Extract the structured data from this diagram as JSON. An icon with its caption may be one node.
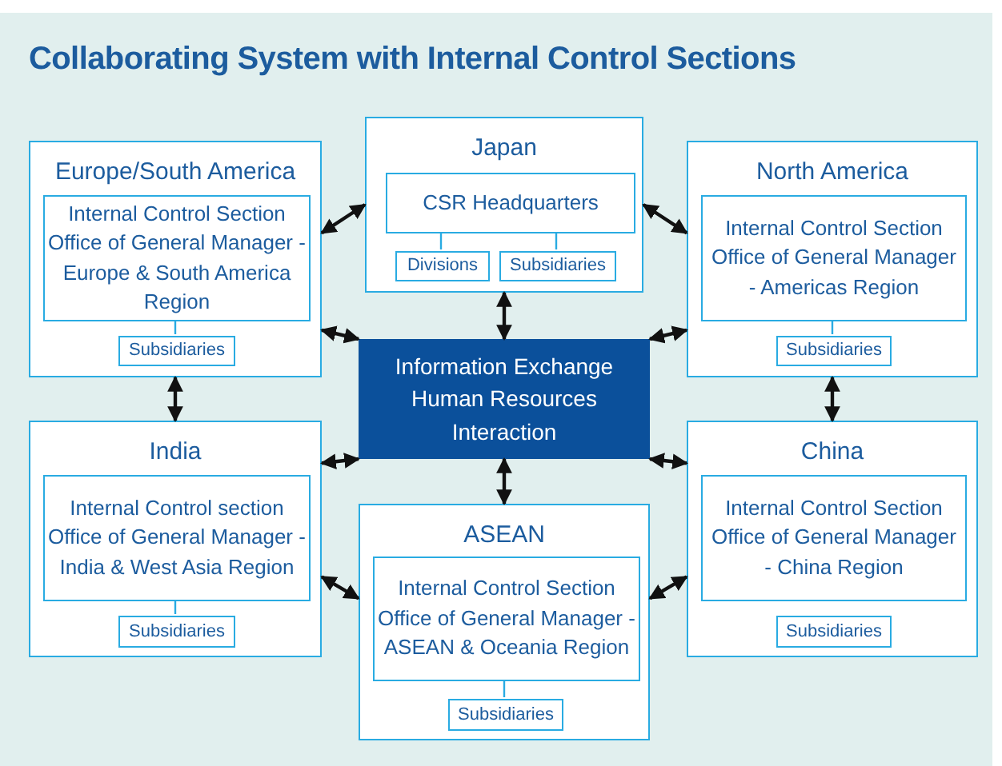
{
  "diagram": {
    "title": "Collaborating System with Internal Control Sections",
    "nodes": [
      {
        "text": [
          "Japan"
        ]
      },
      {
        "text": [
          "CSR Headquarters"
        ],
        "in": 0
      },
      {
        "text": [
          "Divisions"
        ],
        "in": 0
      },
      {
        "text": [
          "Subsidiaries"
        ],
        "in": 0
      },
      {
        "text": [
          "Europe/South America"
        ]
      },
      {
        "text": [
          "Internal Control Section Office of General Manager - Europe & South America Region"
        ],
        "in": 4
      },
      {
        "text": [
          "Subsidiaries"
        ],
        "in": 4
      },
      {
        "text": [
          "North America"
        ]
      },
      {
        "text": [
          "Internal Control Section Office of General Manager - Americas Region"
        ],
        "in": 7
      },
      {
        "text": [
          "Subsidiaries"
        ],
        "in": 7
      },
      {
        "text": [
          "Information Exchange Human Resources Interaction"
        ]
      },
      {
        "text": [
          "India"
        ]
      },
      {
        "text": [
          "Internal Control section Office of General Manager - India & West Asia Region"
        ],
        "in": 11
      },
      {
        "text": [
          "Subsidiaries"
        ],
        "in": 11
      },
      {
        "text": [
          "ASEAN"
        ]
      },
      {
        "text": [
          "Internal Control Section Office of General Manager - ASEAN & Oceania Region"
        ],
        "in": 14
      },
      {
        "text": [
          "Subsidiaries"
        ],
        "in": 14
      },
      {
        "text": [
          "China"
        ]
      },
      {
        "text": [
          "Internal Control Section Office of General Manager - China Region"
        ],
        "in": 17
      },
      {
        "text": [
          "Subsidiaries"
        ],
        "in": 17
      }
    ],
    "edges": [
      {
        "from": 4,
        "to": 0,
        "arrow": "both"
      },
      {
        "from": 0,
        "to": 7,
        "arrow": "both"
      },
      {
        "from": 4,
        "to": 10,
        "arrow": "both"
      },
      {
        "from": 7,
        "to": 10,
        "arrow": "both"
      },
      {
        "from": 0,
        "to": 10,
        "arrow": "both"
      },
      {
        "from": 4,
        "to": 11,
        "arrow": "both"
      },
      {
        "from": 7,
        "to": 17,
        "arrow": "both"
      },
      {
        "from": 11,
        "to": 10,
        "arrow": "both"
      },
      {
        "from": 17,
        "to": 10,
        "arrow": "both"
      },
      {
        "from": 10,
        "to": 14,
        "arrow": "both"
      },
      {
        "from": 11,
        "to": 14,
        "arrow": "both"
      },
      {
        "from": 14,
        "to": 17,
        "arrow": "both"
      },
      {
        "from": 1,
        "to": 2,
        "arrow": "none",
        "color": "#29abe2"
      },
      {
        "from": 1,
        "to": 3,
        "arrow": "none",
        "color": "#29abe2"
      },
      {
        "from": 5,
        "to": 6,
        "arrow": "none",
        "color": "#29abe2"
      },
      {
        "from": 8,
        "to": 9,
        "arrow": "none",
        "color": "#29abe2"
      },
      {
        "from": 12,
        "to": 13,
        "arrow": "none",
        "color": "#29abe2"
      },
      {
        "from": 15,
        "to": 16,
        "arrow": "none",
        "color": "#29abe2"
      }
    ]
  }
}
